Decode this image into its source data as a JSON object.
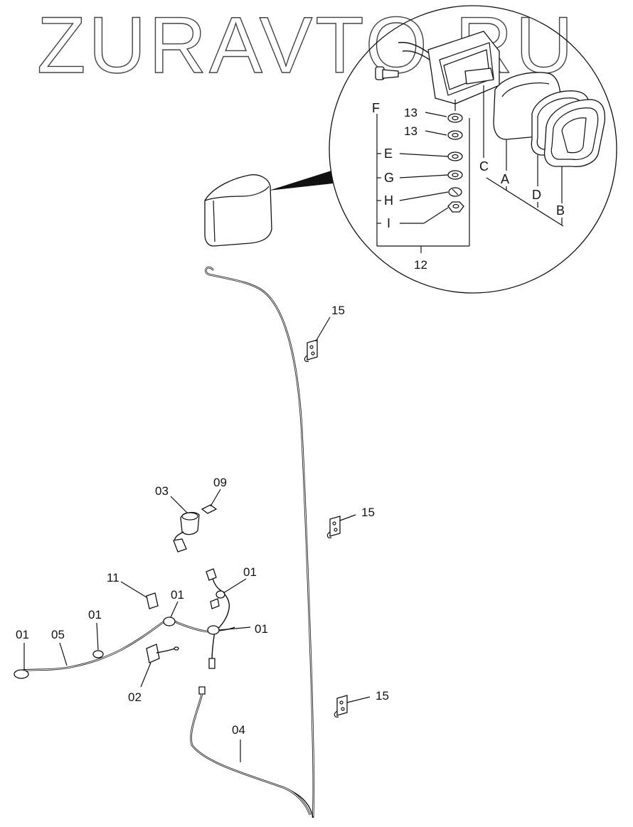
{
  "watermark": "ZURAVTO.RU",
  "labels": {
    "F": "F",
    "E": "E",
    "G": "G",
    "H": "H",
    "I": "I",
    "C": "C",
    "A": "A",
    "D": "D",
    "B": "B",
    "p13a": "13",
    "p13b": "13",
    "p12": "12",
    "p15a": "15",
    "p15b": "15",
    "p15c": "15",
    "p03": "03",
    "p09": "09",
    "p11": "11",
    "p01a": "01",
    "p01b": "01",
    "p01c": "01",
    "p01d": "01",
    "p01e": "01",
    "p05": "05",
    "p02": "02",
    "p04": "04"
  }
}
